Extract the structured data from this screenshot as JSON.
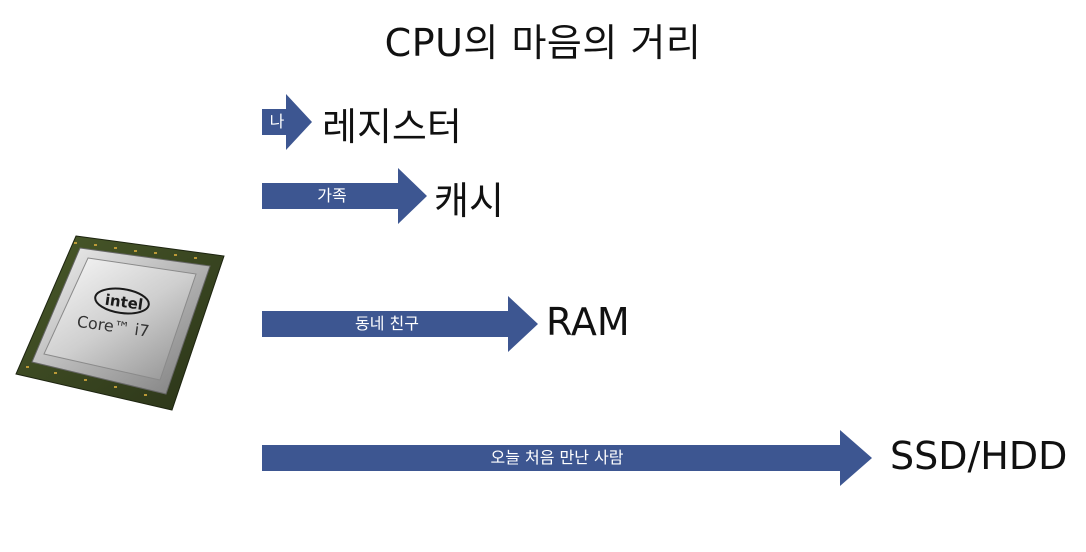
{
  "title": "CPU의 마음의 거리",
  "cpu": {
    "brand": "intel",
    "product": "Core™ i7"
  },
  "arrow_color": "#3d5691",
  "rows": [
    {
      "arrow_label": "나",
      "destination": "레지스터"
    },
    {
      "arrow_label": "가족",
      "destination": "캐시"
    },
    {
      "arrow_label": "동네 친구",
      "destination": "RAM"
    },
    {
      "arrow_label": "오늘 처음 만난 사람",
      "destination": "SSD/HDD"
    }
  ]
}
